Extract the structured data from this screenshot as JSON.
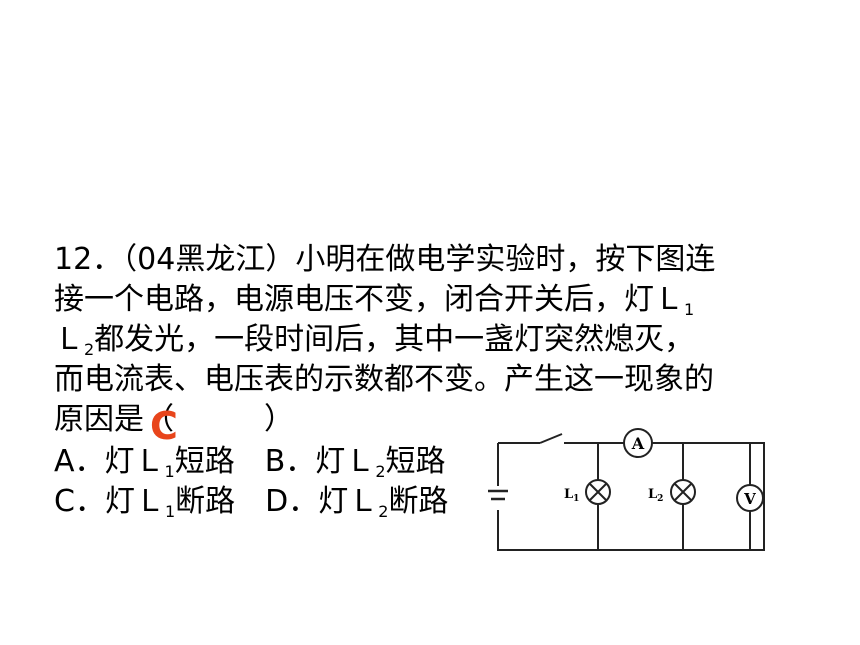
{
  "question": {
    "line1": "12．（04黑龙江）小明在做电学实验时，按下图连",
    "line2_a": "接一个电路，电源电压不变，闭合开关后，灯Ｌ",
    "line2_sub": "1",
    "line3_a": "Ｌ",
    "line3_sub": "2",
    "line3_b": "都发光，一段时间后，其中一盏灯突然熄灭，",
    "line4": "而电流表、电压表的示数都不变。产生这一现象的",
    "line5_a": "原因是（",
    "line5_b": "）"
  },
  "answer": "C",
  "options": [
    {
      "prefix": "A．灯Ｌ",
      "sub": "1",
      "text": "短路"
    },
    {
      "prefix": "B．灯Ｌ",
      "sub": "2",
      "text": "短路"
    },
    {
      "prefix": "C．灯Ｌ",
      "sub": "1",
      "text": "断路"
    },
    {
      "prefix": "D．灯Ｌ",
      "sub": "2",
      "text": "断路"
    }
  ],
  "circuit": {
    "ammeter": "A",
    "voltmeter": "V",
    "lamp1_label": "L",
    "lamp1_sub": "1",
    "lamp2_label": "L",
    "lamp2_sub": "2"
  }
}
